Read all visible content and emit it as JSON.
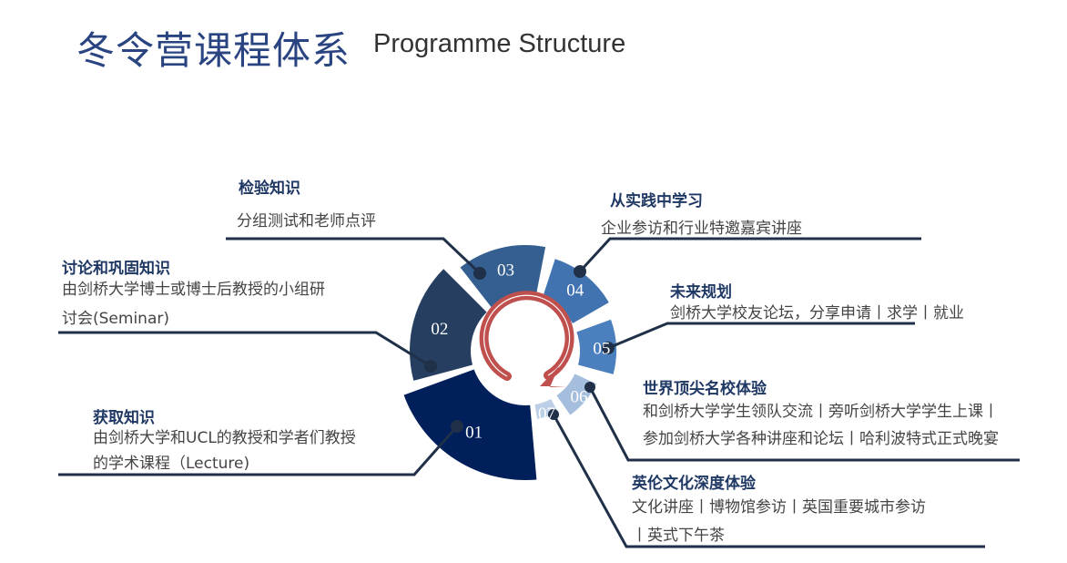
{
  "title": {
    "cn": "冬令营课程体系",
    "en": "Programme Structure"
  },
  "segments": [
    {
      "num": "01",
      "color": "#001f5b",
      "heading": "获取知识",
      "lines": [
        "由剑桥大学和UCL的教授和学者们教授",
        "的学术课程（Lecture)"
      ]
    },
    {
      "num": "02",
      "color": "#263f60",
      "heading": "讨论和巩固知识",
      "lines": [
        "由剑桥大学博士或博士后教授的小组研",
        "讨会(Seminar)"
      ]
    },
    {
      "num": "03",
      "color": "#355f91",
      "heading": "检验知识",
      "lines": [
        "分组测试和老师点评"
      ]
    },
    {
      "num": "04",
      "color": "#4173b0",
      "heading": "从实践中学习",
      "lines": [
        "企业参访和行业特邀嘉宾讲座"
      ]
    },
    {
      "num": "05",
      "color": "#4b7fbe",
      "heading": "未来规划",
      "lines": [
        "剑桥大学校友论坛，分享申请丨求学丨就业"
      ]
    },
    {
      "num": "06",
      "color": "#a6bedd",
      "heading": "世界顶尖名校体验",
      "lines": [
        "和剑桥大学学生领队交流丨旁听剑桥大学学生上课丨",
        "参加剑桥大学各种讲座和论坛丨哈利波特式正式晚宴"
      ]
    },
    {
      "num": "07",
      "color": "#bccfe6",
      "heading": "英伦文化深度体验",
      "lines": [
        "文化讲座丨博物馆参访丨英国重要城市参访",
        "丨英式下午茶"
      ]
    }
  ],
  "colors": {
    "ring": "#c0504d",
    "line": "#1f3048"
  }
}
